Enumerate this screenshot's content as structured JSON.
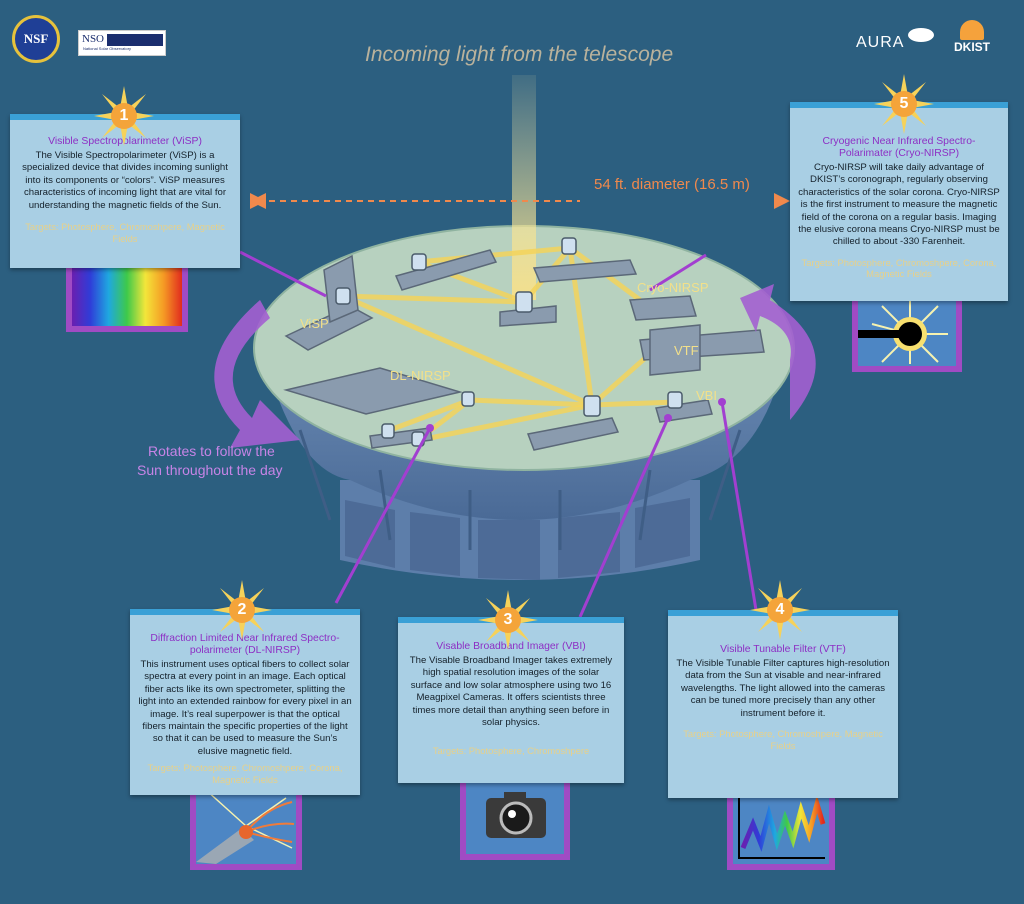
{
  "header": {
    "incoming_light": "Incoming light from the telescope"
  },
  "logos": {
    "nsf": "NSF",
    "nso": "NSO",
    "nso_sub": "National Solar Observatory",
    "aura": "AURA",
    "dkist": "DKIST"
  },
  "diagram": {
    "diameter": "54 ft. diameter (16.5 m)",
    "rotation_line1": "Rotates to follow the",
    "rotation_line2": "Sun throughout the day",
    "stations": {
      "visp": "ViSP",
      "dl_nirsp": "DL-NIRSP",
      "cryo_nirsp": "Cryo-NIRSP",
      "vtf": "VTF",
      "vbi": "VBI"
    }
  },
  "instruments": [
    {
      "number": "1",
      "title": "Visible Spectropolarimeter (ViSP)",
      "body": "The Visible Spectropolarimeter (ViSP) is a specialized device that divides incoming sunlight into its components or “colors”. ViSP measures characteristics of incoming light that are vital for understanding the magnetic fields of the Sun.",
      "targets": "Targets: Photosphere, Chromoshpere, Magnetic Fields",
      "icon": "spectrum-icon"
    },
    {
      "number": "2",
      "title": "Diffraction Limited Near Infrared Spectro-polarimeter (DL-NIRSP)",
      "body": "This instrument uses optical fibers to collect solar spectra at every point in an image. Each optical fiber acts like its own spectrometer, splitting the light into an extended rainbow for every pixel in an image. It’s real superpower is that the optical fibers maintain the specific properties of the light so that it can be used to measure the Sun’s elusive magnetic field.",
      "targets": "Targets: Photosphere, Chromoshpere, Corona, Magnetic Fields",
      "icon": "optical-fiber-icon"
    },
    {
      "number": "3",
      "title": "Visable Broadband Imager (VBI)",
      "body": "The Visable Broadband Imager takes extremely high spatial resolution images of the solar surface and low solar atmosphere using two 16 Meagpixel Cameras. It offers scientists three times more detail than anything seen before in solar physics.",
      "targets": "Targets: Photosphere, Chromoshpere",
      "icon": "camera-icon"
    },
    {
      "number": "4",
      "title": "Visible Tunable Filter (VTF)",
      "body": "The Visible Tunable Filter captures high-resolution data from the Sun at visable and near-infrared wavelengths. The light allowed into the cameras can be tuned more precisely than any other instrument before it.",
      "targets": "Targets: Photosphere, Chromoshpere, Magnetic Fields",
      "icon": "spectrum-graph-icon"
    },
    {
      "number": "5",
      "title": "Cryogenic Near Infrared Spectro-Polarimater (Cryo-NIRSP)",
      "body": "Cryo-NIRSP will take daily advantage of DKIST’s coronograph, regularly observing characteristics of the solar corona. Cryo-NIRSP is the first instrument to measure the magnetic field of the corona on a regular basis. Imaging the elusive corona means Cryo-NIRSP must be chilled to about -330 Farenheit.",
      "targets": "Targets: Photosphere, Chromoshpere, Corona, Magnetic Fields",
      "icon": "coronagraph-icon"
    }
  ],
  "colors": {
    "background": "#2c5f80",
    "card": "#a9cfe4",
    "card_border": "#3aa0d6",
    "title": "#8d2fc4",
    "targets": "#e7d18a",
    "accent_purple": "#a04bc4",
    "sun": "#f4a43a"
  }
}
